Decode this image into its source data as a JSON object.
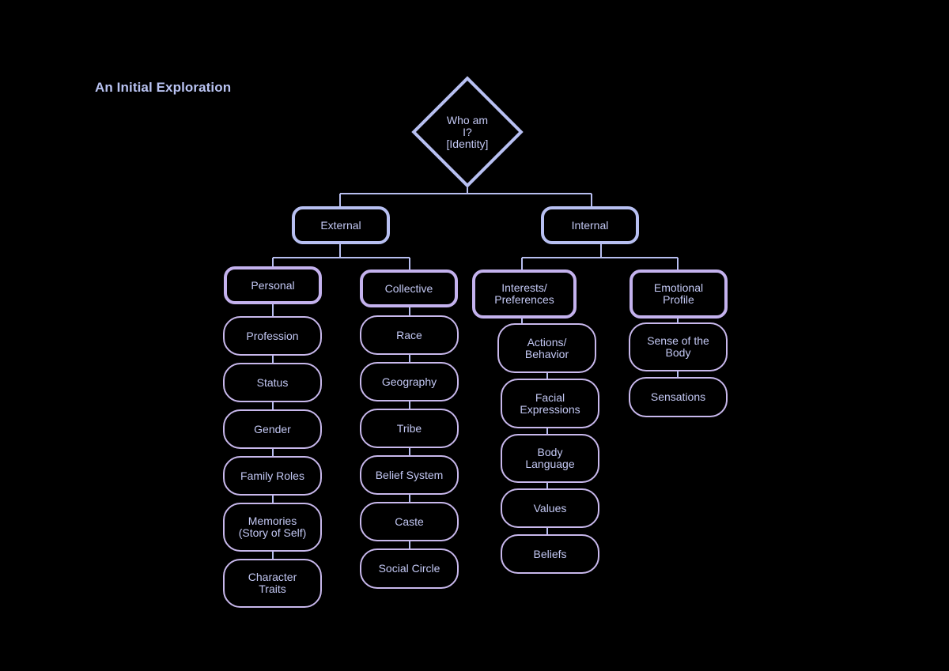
{
  "title": "An Initial Exploration",
  "root": {
    "label": "Who am\nI?\n[Identity]"
  },
  "external": {
    "label": "External",
    "personal": {
      "label": "Personal",
      "items": [
        "Profession",
        "Status",
        "Gender",
        "Family Roles",
        "Memories\n(Story of Self)",
        "Character\nTraits"
      ]
    },
    "collective": {
      "label": "Collective",
      "items": [
        "Race",
        "Geography",
        "Tribe",
        "Belief System",
        "Caste",
        "Social Circle"
      ]
    }
  },
  "internal": {
    "label": "Internal",
    "interests": {
      "label": "Interests/\nPreferences",
      "items": [
        "Actions/\nBehavior",
        "Facial\nExpressions",
        "Body\nLanguage",
        "Values",
        "Beliefs"
      ]
    },
    "emotional": {
      "label": "Emotional\nProfile",
      "items": [
        "Sense of the\nBody",
        "Sensations"
      ]
    }
  },
  "colors": {
    "background": "#000000",
    "line": "#b8bef0",
    "border_primary": "#b8c0f2",
    "border_secondary": "#c4b2ee",
    "text": "#c3c8f4",
    "title": "#b9c3f2"
  }
}
